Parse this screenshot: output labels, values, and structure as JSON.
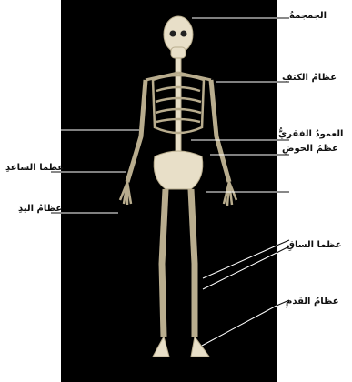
{
  "colors": {
    "panel": "#000000",
    "bone": "#e8dfc8",
    "bone_shade": "#b9ad8e",
    "line": "#ffffff",
    "label": "#111111"
  },
  "labels": {
    "skull": "الجمجمةُ",
    "shoulder": "عظامُ الكتفِ",
    "spine": "العمودُ الفقريُّ",
    "pelvis": "عظمُ الحوضِ",
    "forearm": "عظما الساعدِ",
    "hand": "عظامُ اليدِ",
    "leg": "عظما الساقِ",
    "foot": "عظامُ القدمِ"
  }
}
